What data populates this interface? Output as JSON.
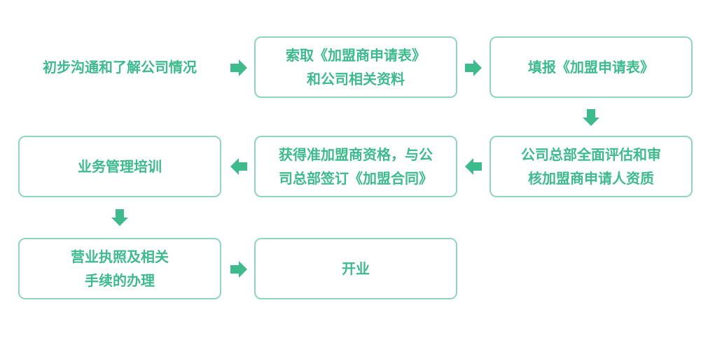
{
  "colors": {
    "accent": "#3dbb8c",
    "border": "#8fd6bb",
    "arrow": "#3dbb8c"
  },
  "steps": [
    {
      "text": "初步沟通和了解公司情况"
    },
    {
      "text": "索取《加盟商申请表》\n和公司相关资料"
    },
    {
      "text": "填报《加盟申请表》"
    },
    {
      "text": "公司总部全面评估和审\n核加盟商申请人资质"
    },
    {
      "text": "获得准加盟商资格，与公\n司总部签订《加盟合同》"
    },
    {
      "text": "业务管理培训"
    },
    {
      "text": "营业执照及相关\n手续的办理"
    },
    {
      "text": "开业"
    }
  ],
  "arrows": [
    "right",
    "right",
    "down",
    "left",
    "left",
    "down",
    "right"
  ]
}
